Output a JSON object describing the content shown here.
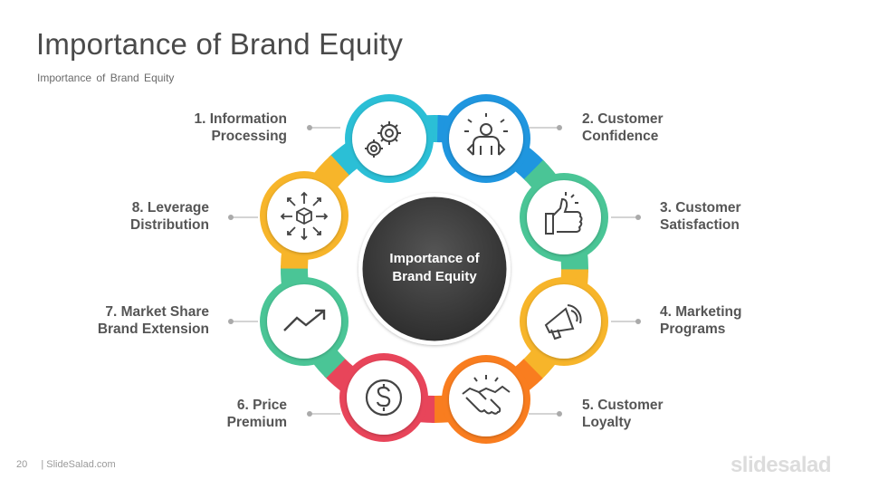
{
  "title": "Importance of Brand Equity",
  "subtitle": "Importance  of  Brand  Equity",
  "center": {
    "line1": "Importance of",
    "line2": "Brand Equity"
  },
  "items": [
    {
      "line1": "1. Information",
      "line2": "Processing",
      "color": "#2bbfd6",
      "icon": "gears-icon"
    },
    {
      "line1": "2. Customer",
      "line2": "Confidence",
      "color": "#1f96df",
      "icon": "confident-person-icon"
    },
    {
      "line1": "3. Customer",
      "line2": "Satisfaction",
      "color": "#4ac596",
      "icon": "thumbs-up-icon"
    },
    {
      "line1": "4. Marketing",
      "line2": "Programs",
      "color": "#f7b52a",
      "icon": "megaphone-icon"
    },
    {
      "line1": "5. Customer",
      "line2": "Loyalty",
      "color": "#f97d1f",
      "icon": "handshake-icon"
    },
    {
      "line1": "6. Price",
      "line2": "Premium",
      "color": "#e8455a",
      "icon": "dollar-icon"
    },
    {
      "line1": "7. Market Share",
      "line2": "Brand Extension",
      "color": "#4ac596",
      "icon": "growth-chart-icon"
    },
    {
      "line1": "8. Leverage",
      "line2": "Distribution",
      "color": "#f7b52a",
      "icon": "distribution-icon"
    }
  ],
  "footer": {
    "page": "20",
    "site": "| SlideSalad.com"
  },
  "brand": "slidesalad"
}
